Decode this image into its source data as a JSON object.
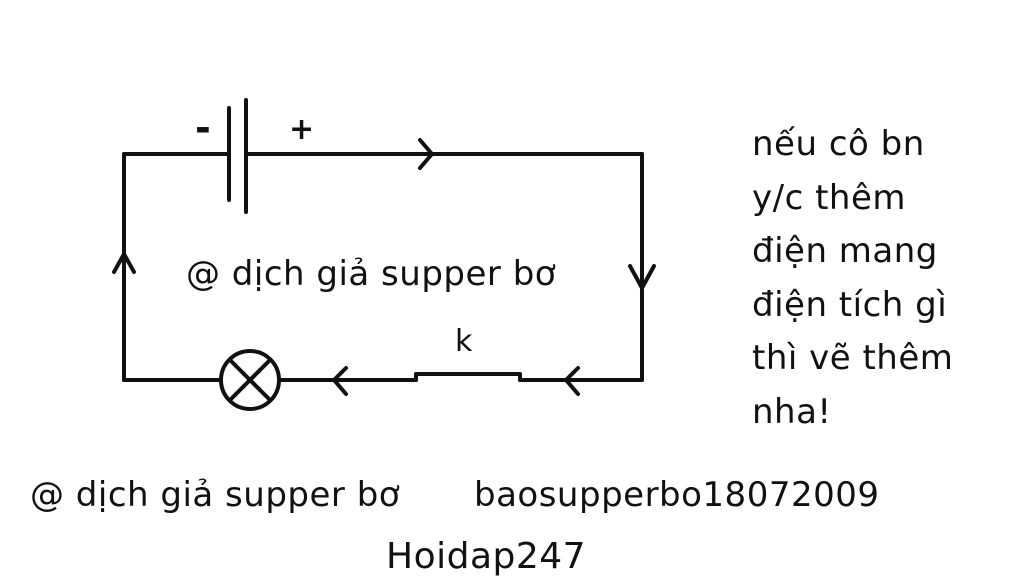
{
  "diagram": {
    "battery": {
      "negative_sign": "-",
      "positive_sign": "+"
    },
    "switch_label": "k",
    "watermark_center": "@ dịch giả supper bơ"
  },
  "note": {
    "lines": [
      "nếu cô bn",
      "y/c thêm",
      "điện mang",
      "điện tích gì",
      "thì vẽ thêm",
      "nha!"
    ]
  },
  "footer": {
    "credit_left": "@ dịch giả supper bơ",
    "credit_right": "baosupperbo18072009",
    "site": "Hoidap247"
  },
  "colors": {
    "ink": "#111111",
    "background": "#ffffff"
  }
}
